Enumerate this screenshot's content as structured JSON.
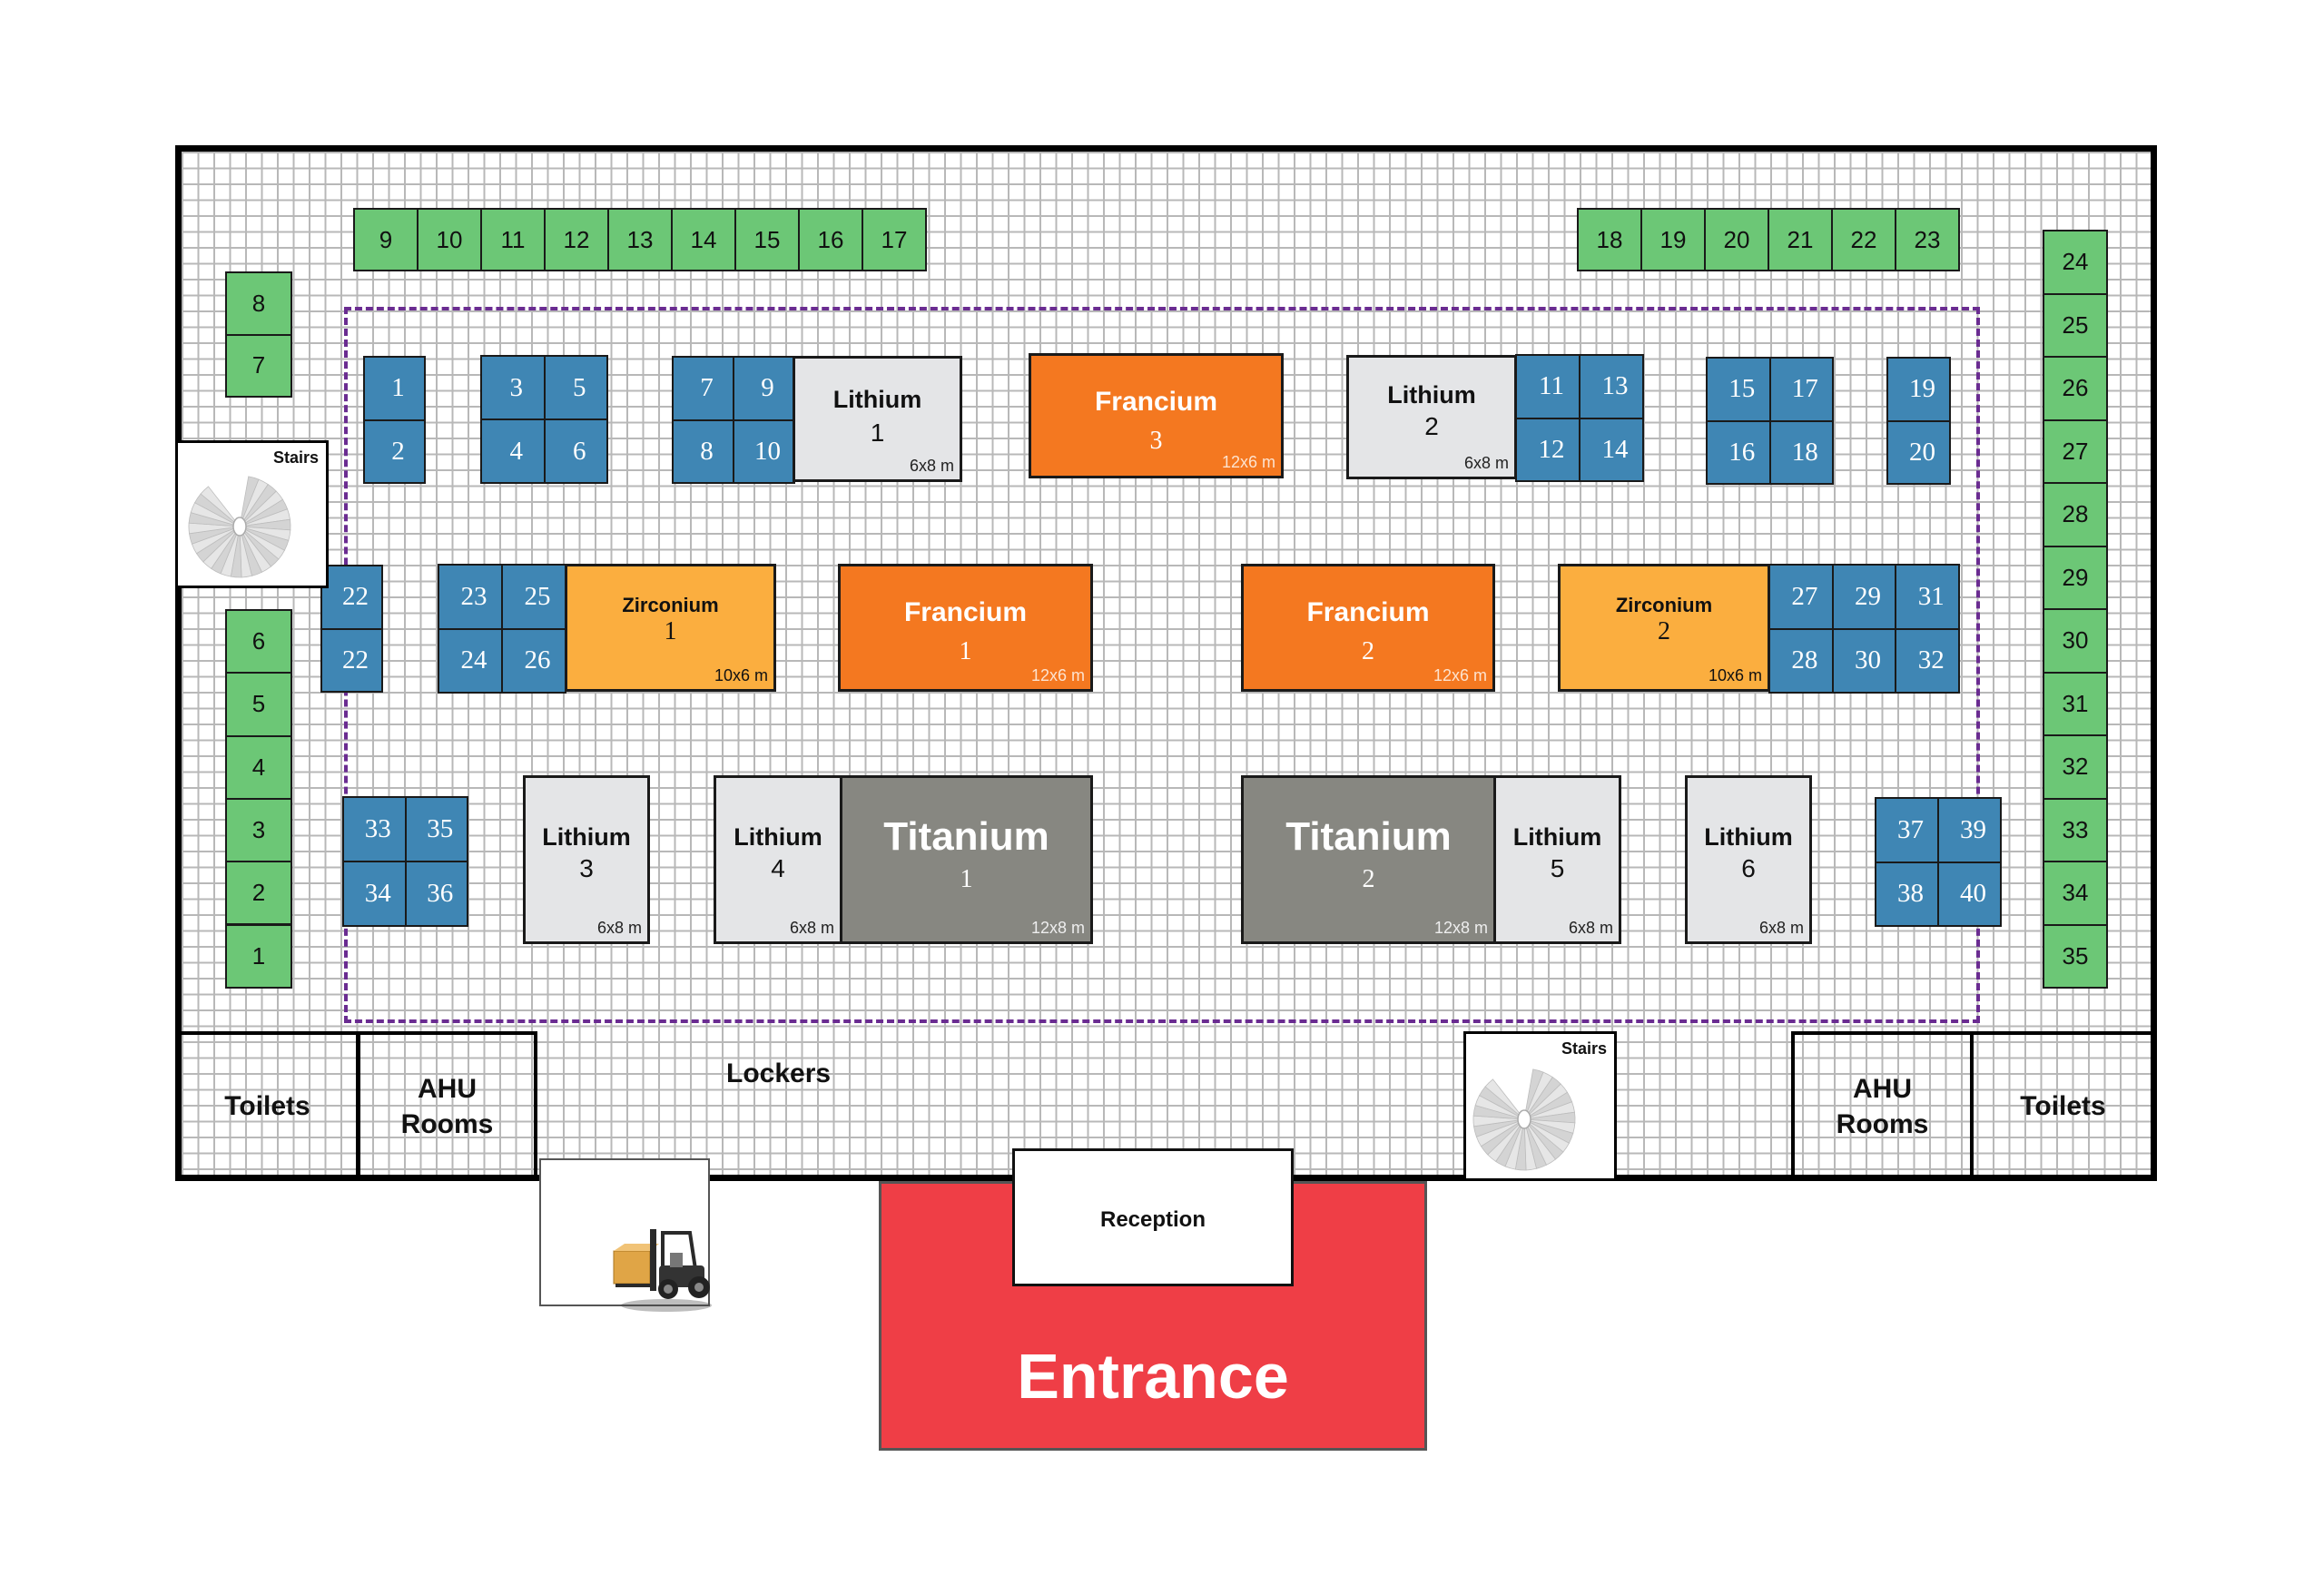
{
  "floor_plan": {
    "colors": {
      "green_bay": "#6cc776",
      "blue_bay": "#3f86b4",
      "lithium": "#e4e5e7",
      "francium": "#f47820",
      "zirconium": "#fbae3f",
      "titanium": "#878781",
      "entrance": "#ef3e46",
      "zone_border": "#6a2c91",
      "wall": "#000000"
    },
    "green_bays": {
      "top_left_row": [
        "9",
        "10",
        "11",
        "12",
        "13",
        "14",
        "15",
        "16",
        "17"
      ],
      "top_right_row": [
        "18",
        "19",
        "20",
        "21",
        "22",
        "23"
      ],
      "left_upper_column": [
        "8",
        "7"
      ],
      "left_lower_column": [
        "6",
        "5",
        "4",
        "3",
        "2",
        "1"
      ],
      "right_column": [
        "24",
        "25",
        "26",
        "27",
        "28",
        "29",
        "30",
        "31",
        "32",
        "33",
        "34",
        "35"
      ]
    },
    "blue_bays": {
      "g1": [
        "1",
        "2"
      ],
      "g2": [
        "3",
        "5",
        "4",
        "6"
      ],
      "g3": [
        "7",
        "9",
        "8",
        "10"
      ],
      "g4": [
        "11",
        "13",
        "12",
        "14"
      ],
      "g5": [
        "15",
        "17",
        "16",
        "18"
      ],
      "g6": [
        "19",
        "20"
      ],
      "g7": [
        "22",
        "22"
      ],
      "g8": [
        "23",
        "25",
        "24",
        "26"
      ],
      "g9": [
        "27",
        "29",
        "31",
        "28",
        "30",
        "32"
      ],
      "g10": [
        "33",
        "35",
        "34",
        "36"
      ],
      "g11": [
        "37",
        "39",
        "38",
        "40"
      ]
    },
    "blocks": {
      "lithium1": {
        "name": "Lithium",
        "number": "1",
        "size": "6x8 m"
      },
      "lithium2": {
        "name": "Lithium",
        "number": "2",
        "size": "6x8 m"
      },
      "lithium3": {
        "name": "Lithium",
        "number": "3",
        "size": "6x8 m"
      },
      "lithium4": {
        "name": "Lithium",
        "number": "4",
        "size": "6x8 m"
      },
      "lithium5": {
        "name": "Lithium",
        "number": "5",
        "size": "6x8 m"
      },
      "lithium6": {
        "name": "Lithium",
        "number": "6",
        "size": "6x8 m"
      },
      "francium1": {
        "name": "Francium",
        "number": "1",
        "size": "12x6 m"
      },
      "francium2": {
        "name": "Francium",
        "number": "2",
        "size": "12x6 m"
      },
      "francium3": {
        "name": "Francium",
        "number": "3",
        "size": "12x6 m"
      },
      "zirconium1": {
        "name": "Zirconium",
        "number": "1",
        "size": "10x6 m"
      },
      "zirconium2": {
        "name": "Zirconium",
        "number": "2",
        "size": "10x6 m"
      },
      "titanium1": {
        "name": "Titanium",
        "number": "1",
        "size": "12x8 m"
      },
      "titanium2": {
        "name": "Titanium",
        "number": "2",
        "size": "12x8 m"
      }
    },
    "rooms": {
      "toilets_left": "Toilets",
      "ahu_left_line1": "AHU",
      "ahu_left_line2": "Rooms",
      "lockers": "Lockers",
      "stairs_left": "Stairs",
      "stairs_bottom": "Stairs",
      "ahu_right_line1": "AHU",
      "ahu_right_line2": "Rooms",
      "toilets_right": "Toilets",
      "reception": "Reception",
      "entrance": "Entrance"
    },
    "icons": {
      "stairs": "spiral-staircase-icon",
      "forklift": "forklift-icon"
    }
  }
}
